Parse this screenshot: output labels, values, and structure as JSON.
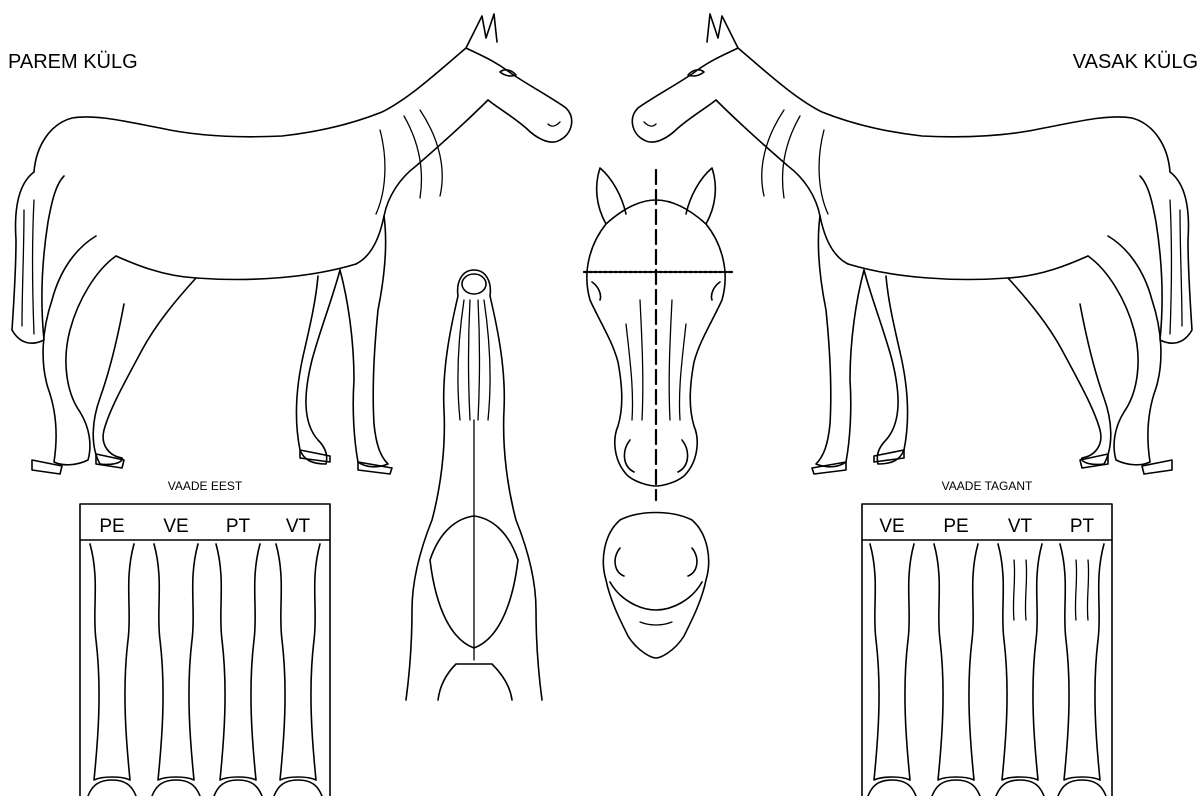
{
  "labels": {
    "right_side": "PAREM KÜLG",
    "left_side": "VASAK KÜLG"
  },
  "front_view": {
    "title": "VAADE EEST",
    "columns": [
      "PE",
      "VE",
      "PT",
      "VT"
    ]
  },
  "rear_view": {
    "title": "VAADE TAGANT",
    "columns": [
      "VE",
      "PE",
      "VT",
      "PT"
    ]
  }
}
